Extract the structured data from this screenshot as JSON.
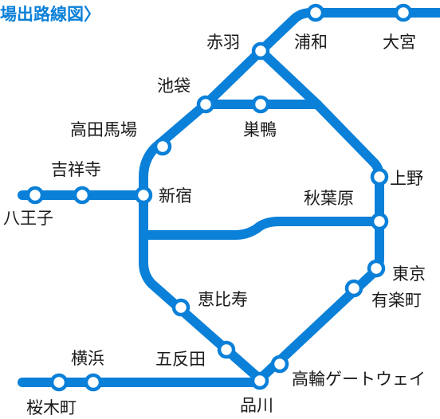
{
  "title": "場出路線図〉",
  "line_color": "#0a80d8",
  "stations": {
    "akabane": "赤羽",
    "urawa": "浦和",
    "omiya": "大宮",
    "ikebukuro": "池袋",
    "sugamo": "巣鴨",
    "takadanobaba": "高田馬場",
    "kichijoji": "吉祥寺",
    "shinjuku": "新宿",
    "hachioji": "八王子",
    "ueno": "上野",
    "akihabara": "秋葉原",
    "tokyo": "東京",
    "yurakucho": "有楽町",
    "ebisu": "恵比寿",
    "gotanda": "五反田",
    "yokohama": "横浜",
    "sakuragicho": "桜木町",
    "shinagawa": "品川",
    "takanawa_gateway": "高輪ゲートウェイ"
  }
}
